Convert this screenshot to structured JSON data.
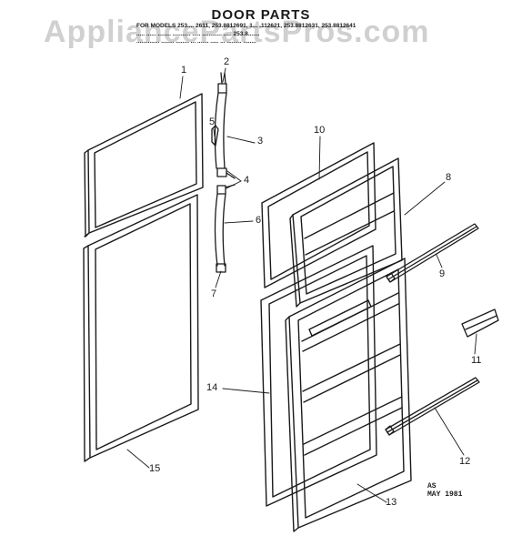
{
  "title": "DOOR PARTS",
  "model_lines": [
    "FOR MODELS 253.... 2611, 253.8812691, 1... .112621, 253.8812631, 253.8812641",
    "..... ...... ........ ........... ..... ............ ..... 253.8.......",
    ".............. ........ ........ ... ....... ..... ... ......... ........"
  ],
  "watermark": "AppliancePartsPros.com",
  "callouts": [
    "1",
    "2",
    "3",
    "4",
    "5",
    "6",
    "7",
    "8",
    "9",
    "10",
    "11",
    "12",
    "13",
    "14",
    "15"
  ],
  "stamp": {
    "line1": "AS",
    "line2": "MAY 1981"
  },
  "colors": {
    "ink": "#1a1a1a",
    "paper": "#ffffff"
  }
}
